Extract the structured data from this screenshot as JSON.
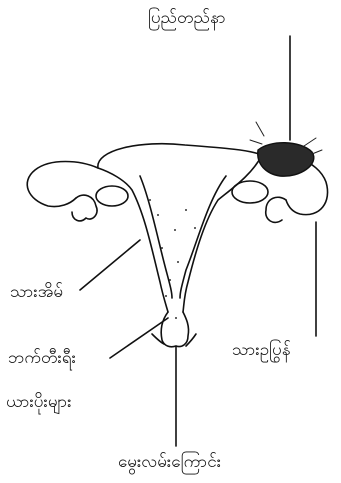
{
  "labels": {
    "top": "ပြည်တည်နာ",
    "left_1": "သားအိမ်",
    "left_2": "ဘက်တီးရီး",
    "left_3": "ယားပိုးများ",
    "right": "သားဥပြွန်",
    "bottom": "မွေးလမ်းကြောင်း"
  },
  "colors": {
    "ink": "#111111",
    "shading": "#2a2a2a",
    "background": "#ffffff"
  }
}
